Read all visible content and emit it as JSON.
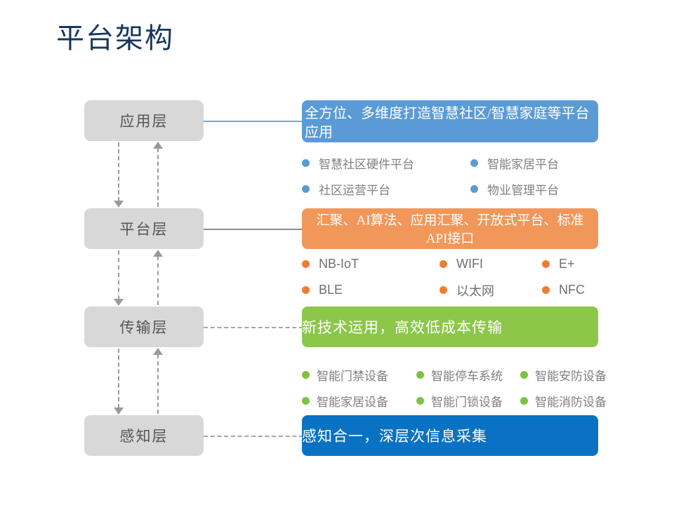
{
  "slide": {
    "title": "平台架构",
    "title_color": "#17365D"
  },
  "layers": [
    {
      "id": "application",
      "label": "应用层"
    },
    {
      "id": "platform",
      "label": "平台层"
    },
    {
      "id": "transport",
      "label": "传输层"
    },
    {
      "id": "perception",
      "label": "感知层"
    }
  ],
  "banners": {
    "application": {
      "text": "全方位、多维度打造智慧社区/智慧家庭等平台应用",
      "color": "#5B9BD5"
    },
    "platform": {
      "text": "汇聚、AI算法、应用汇聚、开放式平台、标准API接口",
      "color": "#F1975A"
    },
    "transport": {
      "text": "新技术运用，高效低成本传输",
      "color": "#8CC74A"
    },
    "perception": {
      "text": "感知合一，深层次信息采集",
      "color": "#0A72C3"
    }
  },
  "bullets": {
    "application": {
      "dot_color": "#5B9BD5",
      "items": [
        "智慧社区硬件平台",
        "智能家居平台",
        "社区运营平台",
        "物业管理平台"
      ]
    },
    "platform": {
      "dot_color": "#ED7D31",
      "items": [
        "NB-IoT",
        "WIFI",
        "E+",
        "BLE",
        "以太网",
        "NFC"
      ]
    },
    "transport": {
      "dot_color": "#7DC242",
      "items": [
        "智能门禁设备",
        "智能停车系统",
        "智能安防设备",
        "智能家居设备",
        "智能门锁设备",
        "智能消防设备"
      ]
    }
  },
  "connectors": {
    "application": "solid-blue-line",
    "platform": "solid-gray-line",
    "transport": "dashed-gray-line",
    "perception": "dashed-gray-line",
    "between_layers": "dashed-bidirectional-arrows"
  }
}
